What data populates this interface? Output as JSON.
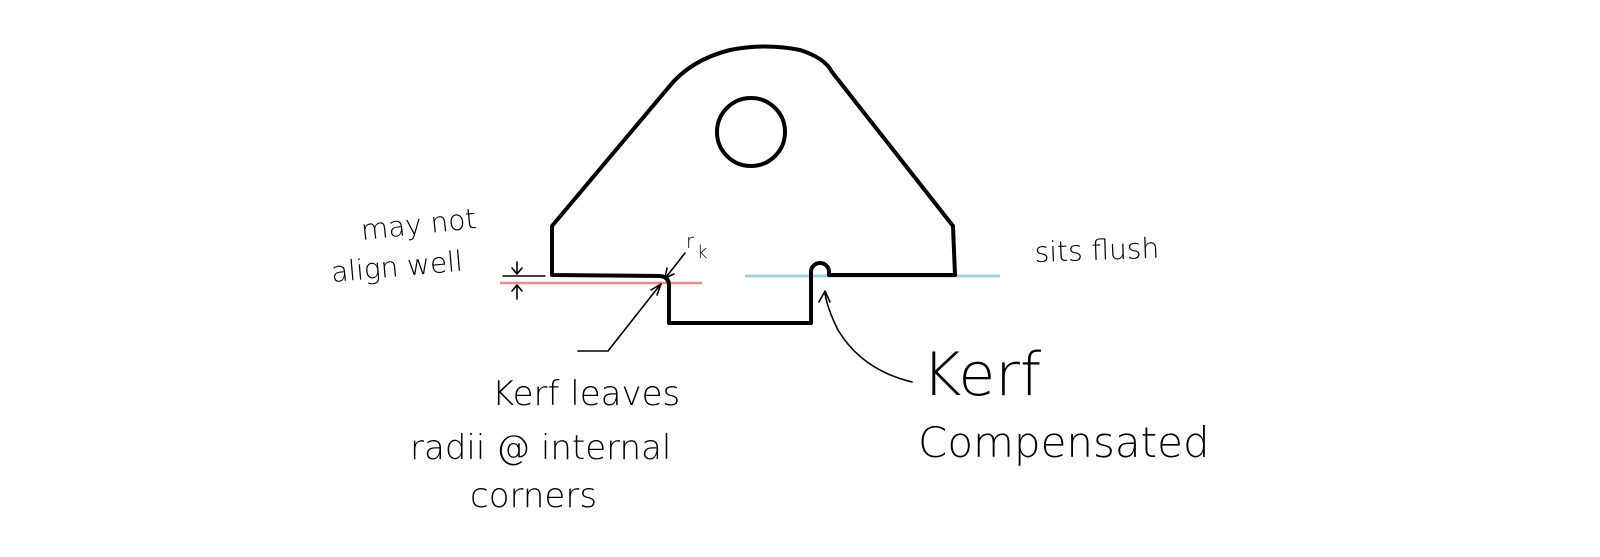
{
  "labels": {
    "may_not_line1": "may not",
    "may_not_line2": "align well",
    "sits_flush": "sits flush",
    "r_k": "r",
    "r_k_sub": "k",
    "kerf_leaves_line1": "Kerf leaves",
    "kerf_leaves_line2": "radii @ internal",
    "kerf_leaves_line3": "corners",
    "kerf_comp_line1": "Kerf",
    "kerf_comp_line2": "Compensated"
  },
  "colors": {
    "outline": "#000000",
    "misaligned_line": "#f08a8a",
    "flush_line": "#9fd0e4"
  }
}
